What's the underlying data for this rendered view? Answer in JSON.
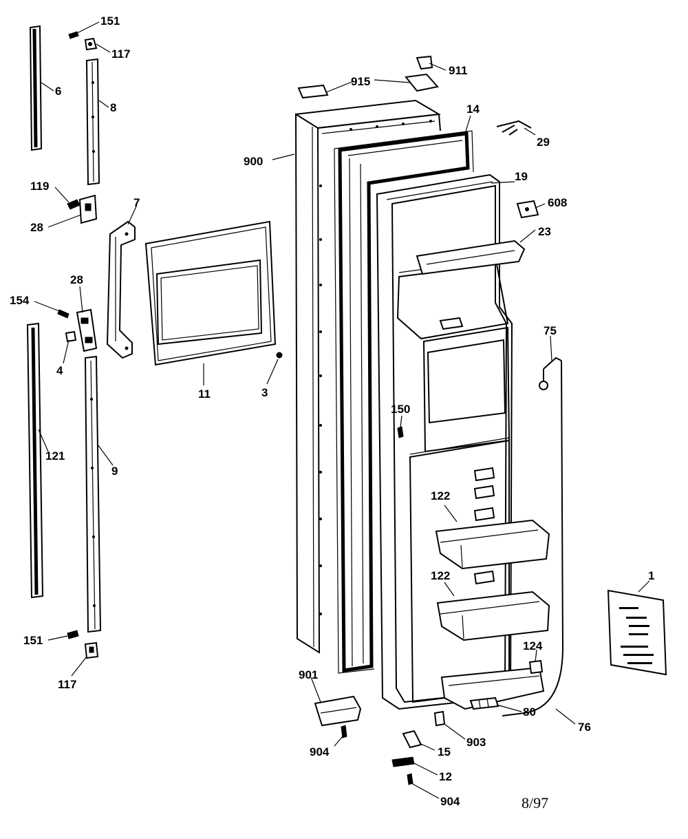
{
  "diagram": {
    "date_code": "8/97",
    "labels": {
      "p151a": "151",
      "p117a": "117",
      "p6": "6",
      "p8": "8",
      "p119": "119",
      "p28a": "28",
      "p7": "7",
      "p28b": "28",
      "p154": "154",
      "p4": "4",
      "p11": "11",
      "p3": "3",
      "p121": "121",
      "p9": "9",
      "p151b": "151",
      "p117b": "117",
      "p915": "915",
      "p911": "911",
      "p14": "14",
      "p29": "29",
      "p900": "900",
      "p19": "19",
      "p608": "608",
      "p23": "23",
      "p75": "75",
      "p150": "150",
      "p122a": "122",
      "p122b": "122",
      "p124": "124",
      "p1": "1",
      "p901": "901",
      "p904a": "904",
      "p903": "903",
      "p80": "80",
      "p76": "76",
      "p15": "15",
      "p12": "12",
      "p904b": "904"
    }
  }
}
